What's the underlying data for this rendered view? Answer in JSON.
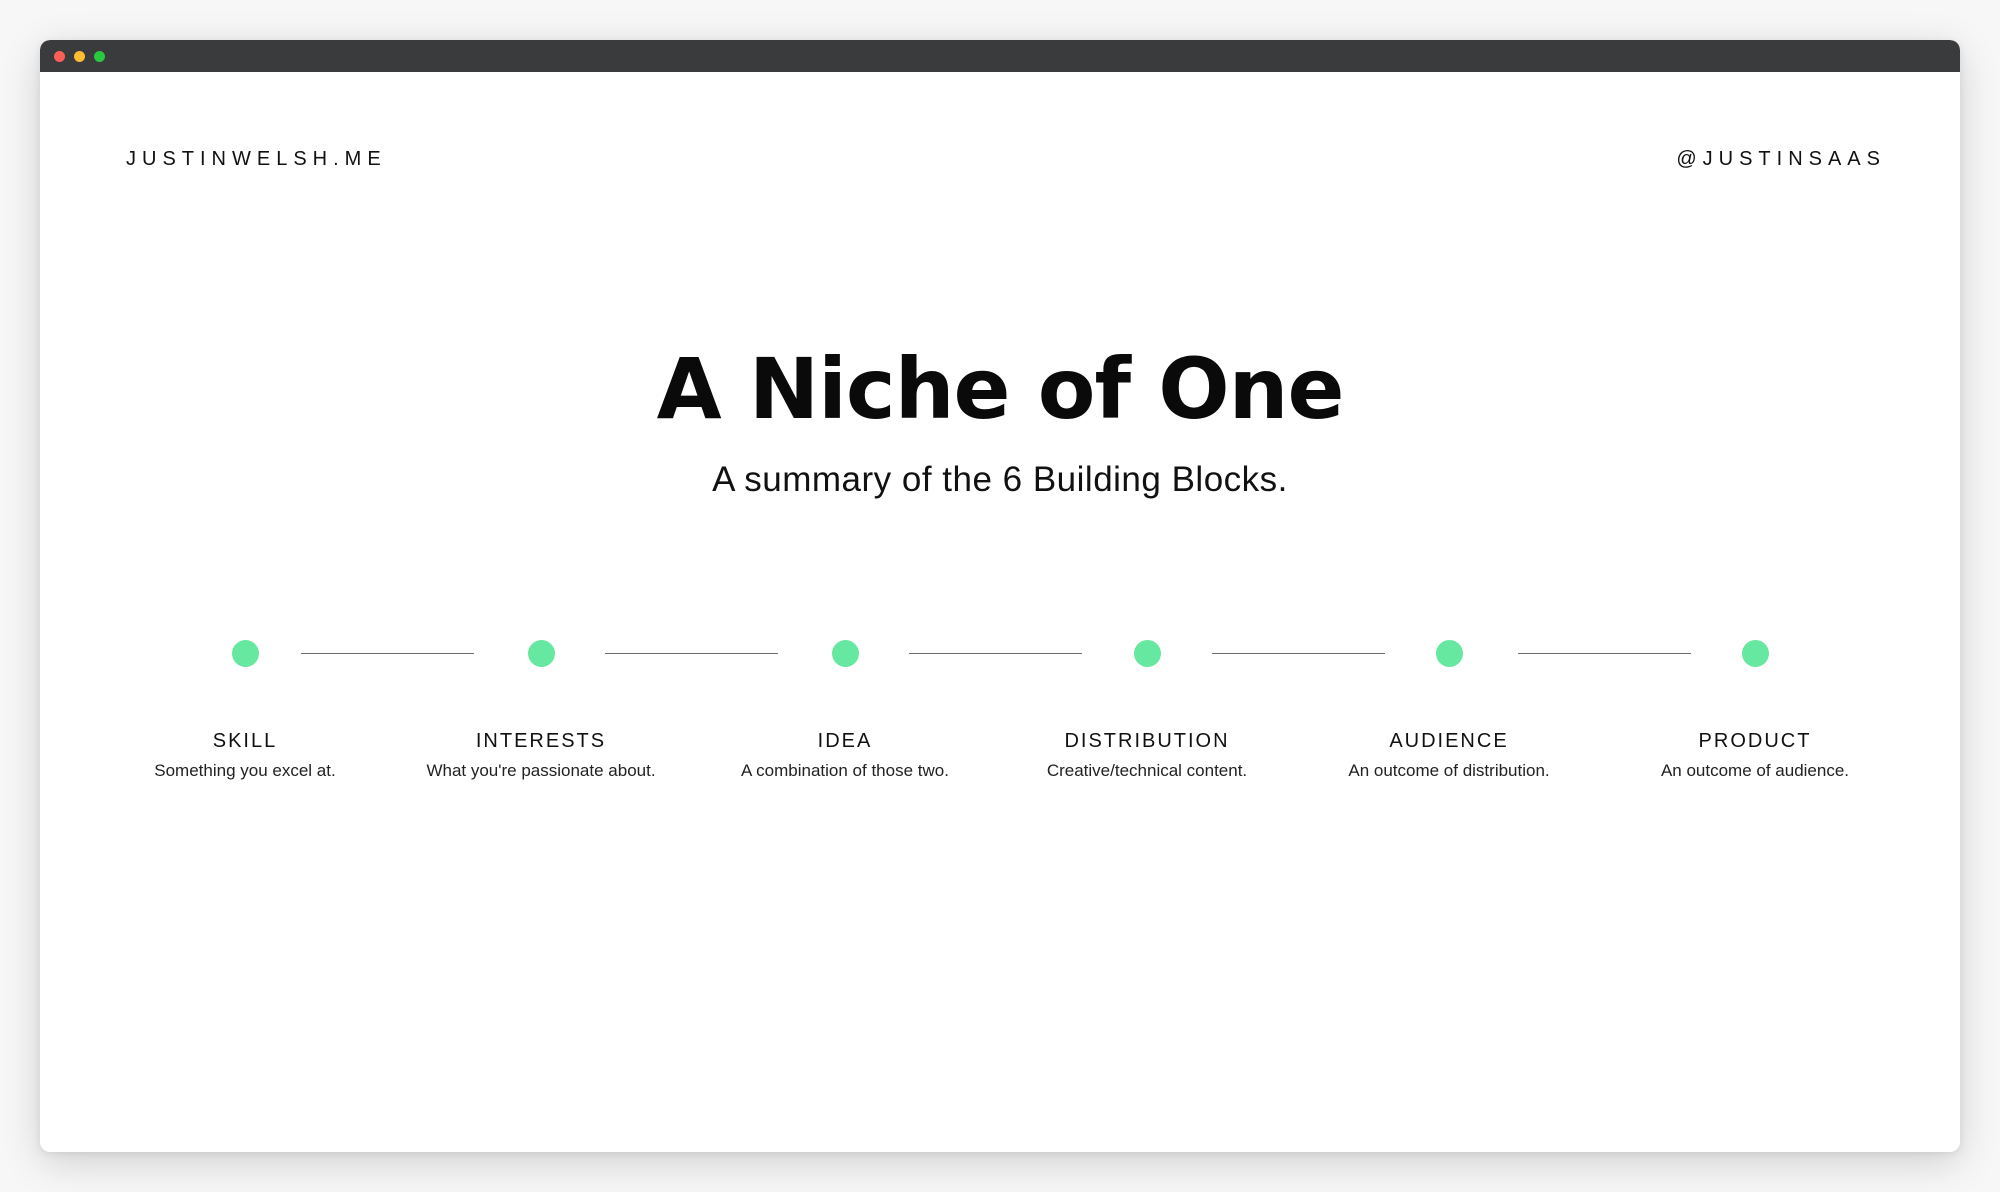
{
  "window": {
    "controls": [
      {
        "name": "close",
        "color": "#ff5f57"
      },
      {
        "name": "minimize",
        "color": "#febc2e"
      },
      {
        "name": "zoom",
        "color": "#28c840"
      }
    ]
  },
  "header": {
    "site": "JUSTINWELSH.ME",
    "handle": "@JUSTINSAAS"
  },
  "hero": {
    "title": "A Niche of One",
    "subtitle": "A summary of the 6 Building Blocks."
  },
  "colors": {
    "accent": "#66e8a0",
    "connector": "#6e6e6e"
  },
  "steps": [
    {
      "label": "SKILL",
      "description": "Something you excel at."
    },
    {
      "label": "INTERESTS",
      "description": "What you're passionate about."
    },
    {
      "label": "IDEA",
      "description": "A combination of those two."
    },
    {
      "label": "DISTRIBUTION",
      "description": "Creative/technical content."
    },
    {
      "label": "AUDIENCE",
      "description": "An outcome of distribution."
    },
    {
      "label": "PRODUCT",
      "description": "An outcome of audience."
    }
  ]
}
